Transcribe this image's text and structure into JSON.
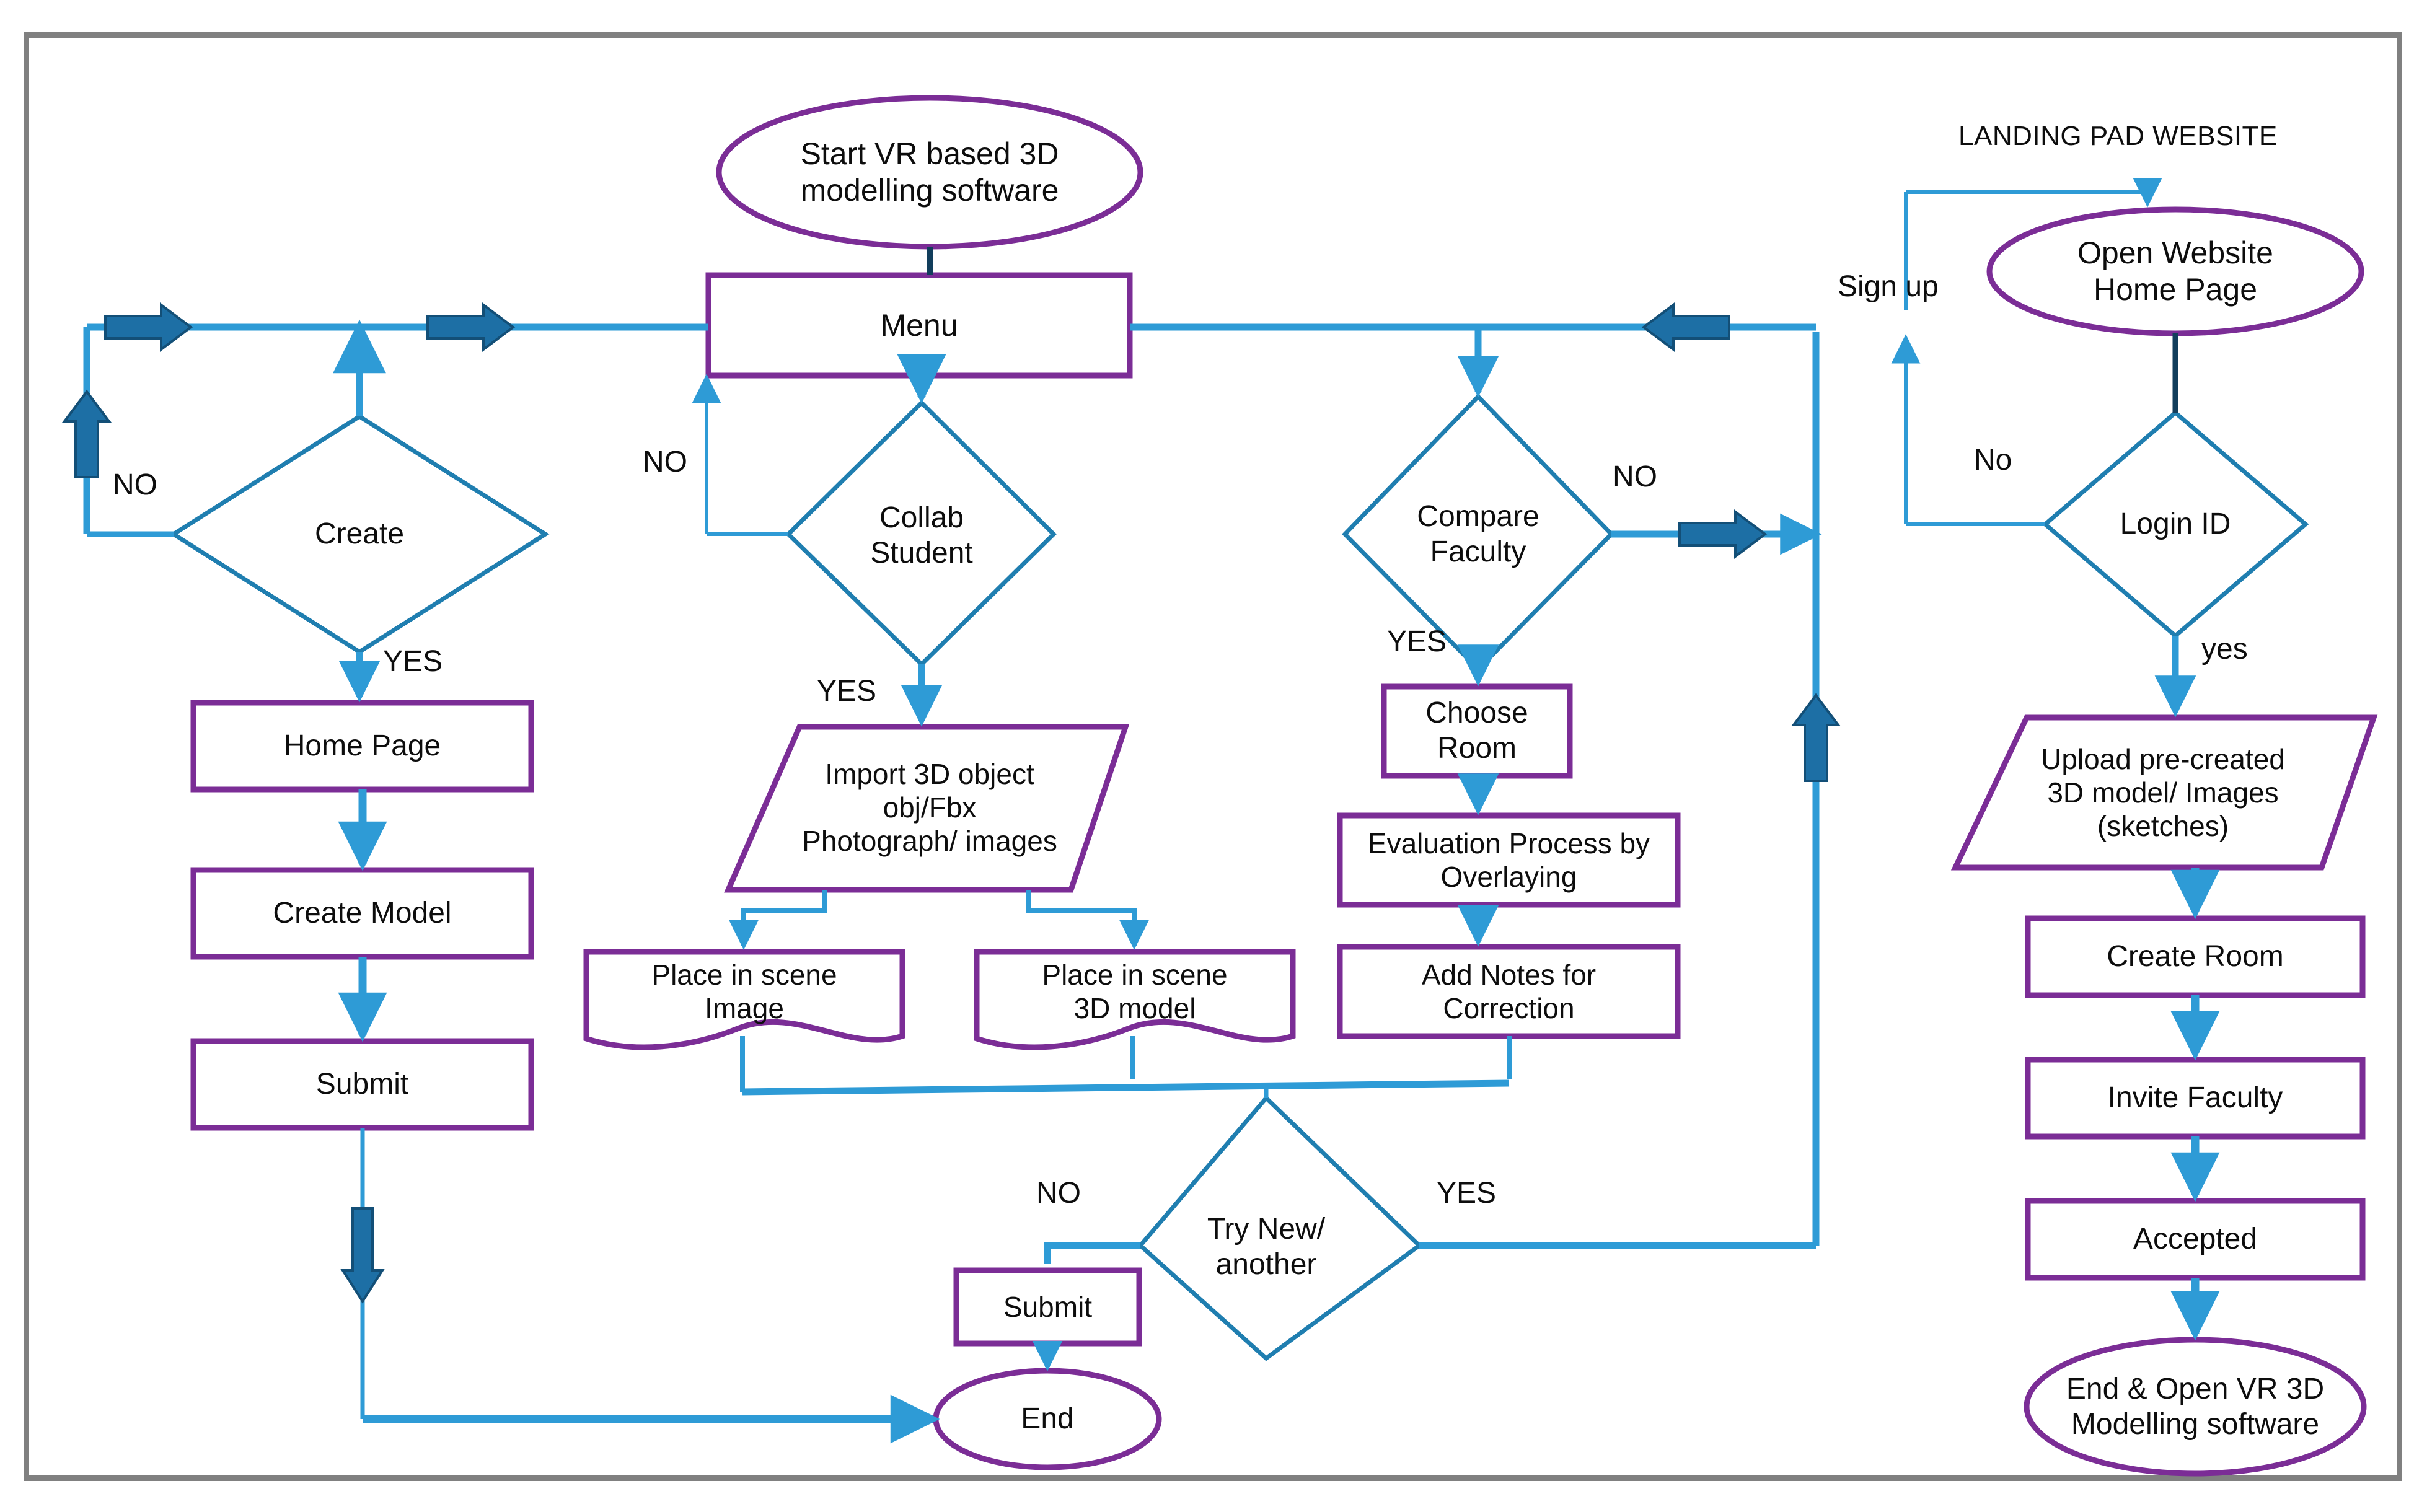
{
  "diagram": {
    "title_annotation": "LANDING PAD WEBSITE",
    "colors": {
      "shape_stroke_purple": "#7B2D96",
      "connector_blue": "#2E9BD6",
      "decision_stroke_blue": "#1F7EB0",
      "arrow_block_dark": "#1D6FA5",
      "frame_gray": "#808080",
      "text": "#0D0D0D",
      "background": "#FFFFFF"
    }
  },
  "nodes": {
    "start_vr": {
      "label": "Start VR based 3D\nmodelling software",
      "shape": "ellipse"
    },
    "menu": {
      "label": "Menu",
      "shape": "process"
    },
    "create": {
      "label": "Create",
      "shape": "decision"
    },
    "home_page": {
      "label": "Home Page",
      "shape": "process"
    },
    "create_model": {
      "label": "Create Model",
      "shape": "process"
    },
    "submit_left": {
      "label": "Submit",
      "shape": "process"
    },
    "collab_student": {
      "label": "Collab\nStudent",
      "shape": "decision"
    },
    "import_3d": {
      "label": "Import 3D object\nobj/Fbx\nPhotograph/ images",
      "shape": "parallelogram"
    },
    "place_image": {
      "label": "Place in scene\nImage",
      "shape": "document"
    },
    "place_model": {
      "label": "Place in scene\n3D model",
      "shape": "document"
    },
    "compare_faculty": {
      "label": "Compare\nFaculty",
      "shape": "decision"
    },
    "choose_room": {
      "label": "Choose\nRoom",
      "shape": "process"
    },
    "evaluation": {
      "label": "Evaluation Process by\nOverlaying",
      "shape": "process"
    },
    "add_notes": {
      "label": "Add Notes for\nCorrection",
      "shape": "process"
    },
    "try_new": {
      "label": "Try New/\nanother",
      "shape": "decision"
    },
    "submit_center": {
      "label": "Submit",
      "shape": "process"
    },
    "end": {
      "label": "End",
      "shape": "ellipse"
    },
    "open_website": {
      "label": "Open Website\nHome Page",
      "shape": "ellipse"
    },
    "login_id": {
      "label": "Login ID",
      "shape": "decision"
    },
    "upload_model": {
      "label": "Upload pre-created\n3D model/ Images\n(sketches)",
      "shape": "parallelogram"
    },
    "create_room": {
      "label": "Create Room",
      "shape": "process"
    },
    "invite_faculty": {
      "label": "Invite Faculty",
      "shape": "process"
    },
    "accepted": {
      "label": "Accepted",
      "shape": "process"
    },
    "end_open_vr": {
      "label": "End & Open VR 3D\nModelling software",
      "shape": "ellipse"
    }
  },
  "edge_labels": {
    "create_no": "NO",
    "create_yes": "YES",
    "collab_no": "NO",
    "collab_yes": "YES",
    "compare_no": "NO",
    "compare_yes": "YES",
    "try_no": "NO",
    "try_yes": "YES",
    "login_no": "No",
    "login_yes": "yes",
    "sign_up": "Sign up"
  }
}
